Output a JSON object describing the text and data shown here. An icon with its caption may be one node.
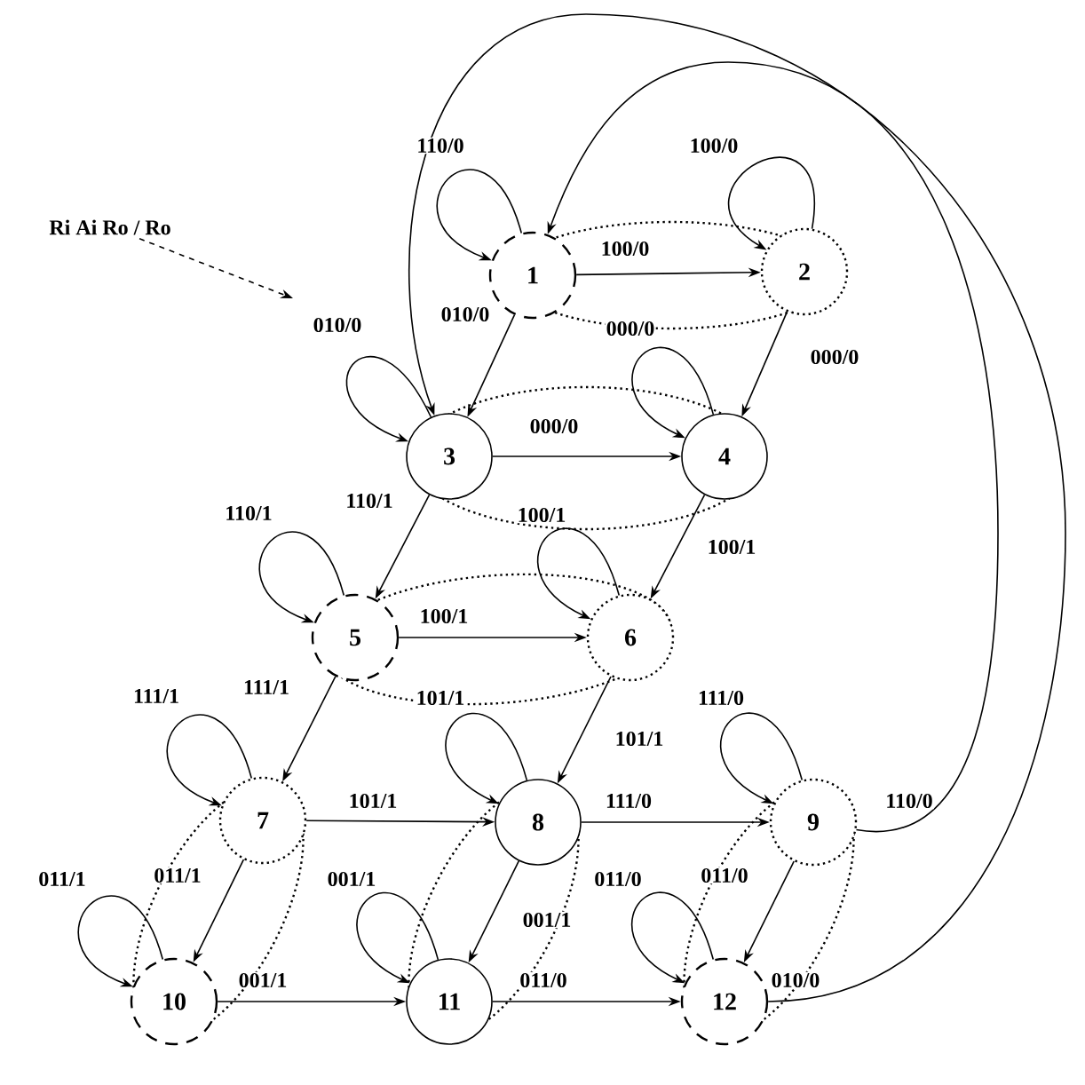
{
  "diagram": {
    "nodes": [
      {
        "text": [
          "1"
        ]
      },
      {
        "text": [
          "2"
        ]
      },
      {
        "text": [
          "3"
        ]
      },
      {
        "text": [
          "4"
        ]
      },
      {
        "text": [
          "5"
        ]
      },
      {
        "text": [
          "6"
        ]
      },
      {
        "text": [
          "7"
        ]
      },
      {
        "text": [
          "8"
        ]
      },
      {
        "text": [
          "9"
        ]
      },
      {
        "text": [
          "10"
        ]
      },
      {
        "text": [
          "11"
        ]
      },
      {
        "text": [
          "12"
        ]
      },
      {
        "text": [
          "Ri Ai Ro / Ro"
        ]
      }
    ],
    "edges": [
      {
        "from": 0,
        "to": 1,
        "arrow": "to",
        "label": "100/0"
      },
      {
        "from": 0,
        "to": 2,
        "arrow": "to",
        "label": "010/0"
      },
      {
        "from": 1,
        "to": 3,
        "arrow": "to",
        "label": "000/0"
      },
      {
        "from": 2,
        "to": 3,
        "arrow": "to",
        "label": "000/0"
      },
      {
        "from": 2,
        "to": 4,
        "arrow": "to",
        "label": "110/1"
      },
      {
        "from": 3,
        "to": 5,
        "arrow": "to",
        "label": "100/1"
      },
      {
        "from": 4,
        "to": 5,
        "arrow": "to",
        "label": "100/1"
      },
      {
        "from": 4,
        "to": 6,
        "arrow": "to",
        "label": "111/1"
      },
      {
        "from": 5,
        "to": 7,
        "arrow": "to",
        "label": "101/1"
      },
      {
        "from": 6,
        "to": 7,
        "arrow": "to",
        "label": "101/1"
      },
      {
        "from": 7,
        "to": 8,
        "arrow": "to",
        "label": "111/0"
      },
      {
        "from": 6,
        "to": 9,
        "arrow": "to",
        "label": "011/1"
      },
      {
        "from": 7,
        "to": 10,
        "arrow": "to",
        "label": "001/1"
      },
      {
        "from": 8,
        "to": 11,
        "arrow": "to",
        "label": "011/0"
      },
      {
        "from": 9,
        "to": 10,
        "arrow": "to",
        "label": "001/1"
      },
      {
        "from": 10,
        "to": 11,
        "arrow": "to",
        "label": "011/0"
      },
      {
        "from": 11,
        "to": 2,
        "arrow": "to",
        "label": "010/0"
      },
      {
        "from": 8,
        "to": 0,
        "arrow": "to",
        "label": "110/0"
      },
      {
        "from": 0,
        "to": 0,
        "arrow": "to",
        "label": "110/0"
      },
      {
        "from": 1,
        "to": 1,
        "arrow": "to",
        "label": "100/0"
      },
      {
        "from": 2,
        "to": 2,
        "arrow": "to",
        "label": "010/0"
      },
      {
        "from": 3,
        "to": 3,
        "arrow": "to",
        "label": "000/0"
      },
      {
        "from": 4,
        "to": 4,
        "arrow": "to",
        "label": "110/1"
      },
      {
        "from": 5,
        "to": 5,
        "arrow": "to",
        "label": "100/1"
      },
      {
        "from": 6,
        "to": 6,
        "arrow": "to",
        "label": "111/1"
      },
      {
        "from": 7,
        "to": 7,
        "arrow": "to",
        "label": "101/1"
      },
      {
        "from": 8,
        "to": 8,
        "arrow": "to",
        "label": "111/0"
      },
      {
        "from": 9,
        "to": 9,
        "arrow": "to",
        "label": "011/1"
      },
      {
        "from": 10,
        "to": 10,
        "arrow": "to",
        "label": "001/1"
      },
      {
        "from": 11,
        "to": 11,
        "arrow": "to",
        "label": "011/0"
      },
      {
        "from": 12,
        "to": null,
        "arrow": "to",
        "style": "dashed"
      }
    ]
  }
}
